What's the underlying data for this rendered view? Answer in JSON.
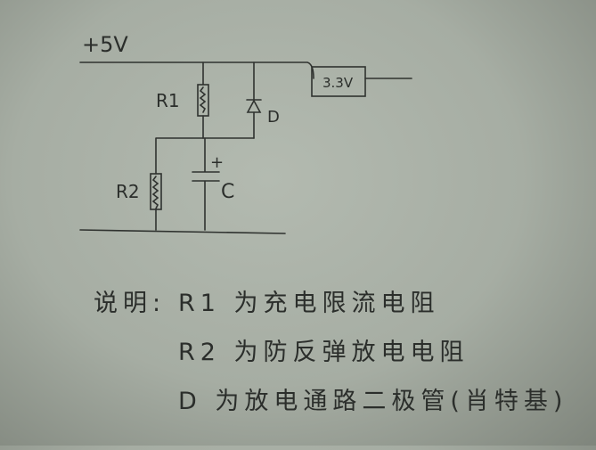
{
  "diagram": {
    "supply_label": "+5V",
    "regulator_label": "3.3V",
    "r1_label": "R1",
    "r2_label": "R2",
    "diode_label": "D",
    "cap_polarity": "+",
    "cap_label": "C"
  },
  "notes": {
    "prefix": "说明:",
    "line1": "R1 为充电限流电阻",
    "line2": "R2 为防反弹放电电阻",
    "line3": "D 为放电通路二极管(肖特基)"
  }
}
